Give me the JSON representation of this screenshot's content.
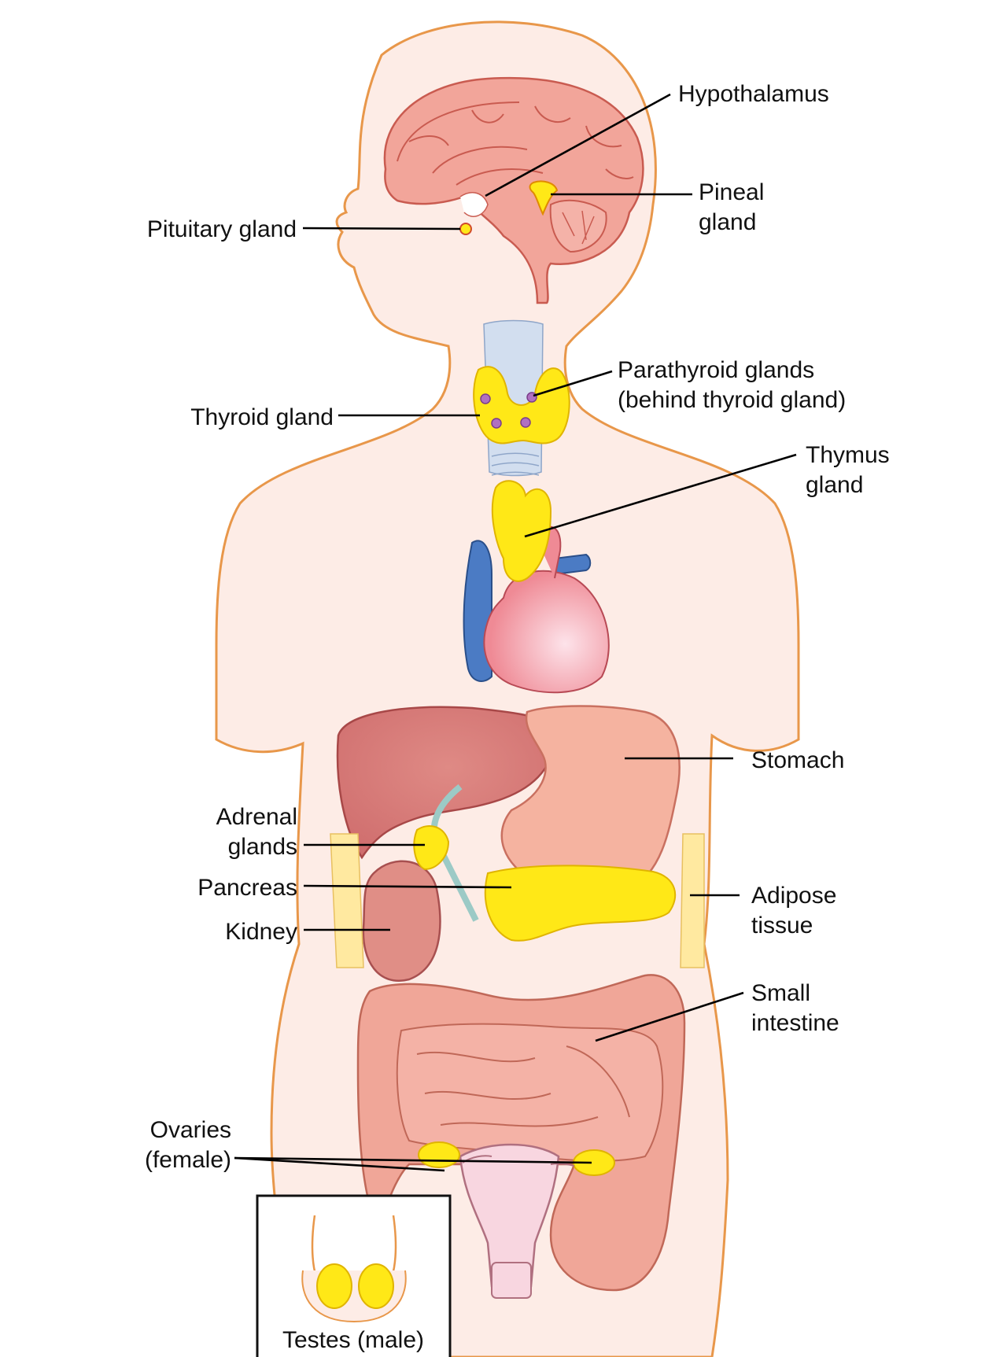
{
  "labels": {
    "hypothalamus": "Hypothalamus",
    "pineal_1": "Pineal",
    "pineal_2": "gland",
    "pituitary": "Pituitary gland",
    "parathyroid_1": "Parathyroid glands",
    "parathyroid_2": "(behind thyroid gland)",
    "thyroid": "Thyroid gland",
    "thymus_1": "Thymus",
    "thymus_2": "gland",
    "stomach": "Stomach",
    "adrenal_1": "Adrenal",
    "adrenal_2": "glands",
    "pancreas": "Pancreas",
    "adipose_1": "Adipose",
    "adipose_2": "tissue",
    "kidney": "Kidney",
    "small_intestine_1": "Small",
    "small_intestine_2": "intestine",
    "ovaries_1": "Ovaries",
    "ovaries_2": "(female)",
    "testes": "Testes (male)"
  },
  "colors": {
    "skin": "#fdece6",
    "outline": "#e8974a",
    "brain": "#f2a59a",
    "brain_line": "#c95b50",
    "gland": "#ffe817",
    "gland_line": "#e0b400",
    "liver": "#d97b78",
    "stomach": "#f5b3a0",
    "intestine": "#f0a698",
    "heart": "#ef8a95",
    "vein": "#4b7bc4",
    "trachea": "#d2deef",
    "ovary_spot": "#b070c0"
  }
}
